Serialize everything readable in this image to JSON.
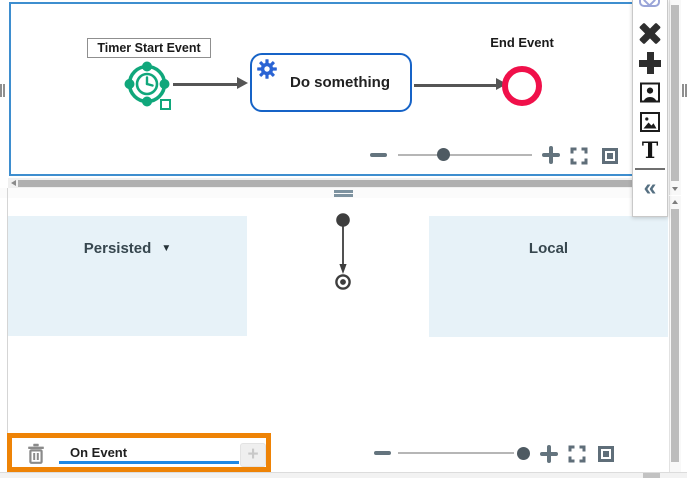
{
  "diagram": {
    "timer_start_event_label": "Timer Start Event",
    "task_label": "Do something",
    "end_event_label": "End Event"
  },
  "top_zoom_toolbar": {
    "slider_percent": 30,
    "controls": [
      "zoom-out",
      "zoom-slider",
      "zoom-in",
      "fullscreen",
      "fit-view"
    ]
  },
  "bottom_zoom_toolbar": {
    "slider_percent": 92,
    "controls": [
      "zoom-out",
      "zoom-slider",
      "zoom-in",
      "fullscreen",
      "fit-view"
    ]
  },
  "palette": {
    "icons": [
      {
        "name": "clipped-top-item"
      },
      {
        "name": "heavy-x"
      },
      {
        "name": "heavy-plus"
      },
      {
        "name": "person-image"
      },
      {
        "name": "picture"
      },
      {
        "name": "text",
        "glyph": "T"
      },
      {
        "name": "collapse",
        "glyph": "«"
      }
    ]
  },
  "scope_panels": {
    "persisted_label": "Persisted",
    "persisted_caret": "▼",
    "local_label": "Local"
  },
  "event_row": {
    "value": "On Event",
    "add_button_glyph": "+"
  },
  "colors": {
    "canvas_border": "#3E8ECF",
    "bpmn_teal": "#10A77B",
    "task_border": "#1663C7",
    "gear_blue": "#2A63D4",
    "end_event_red": "#F0104A",
    "panel_blue": "#E7F2F8",
    "highlight_orange": "#EE8306",
    "field_underline": "#1E88E5",
    "control_slate": "#5F6E79"
  }
}
